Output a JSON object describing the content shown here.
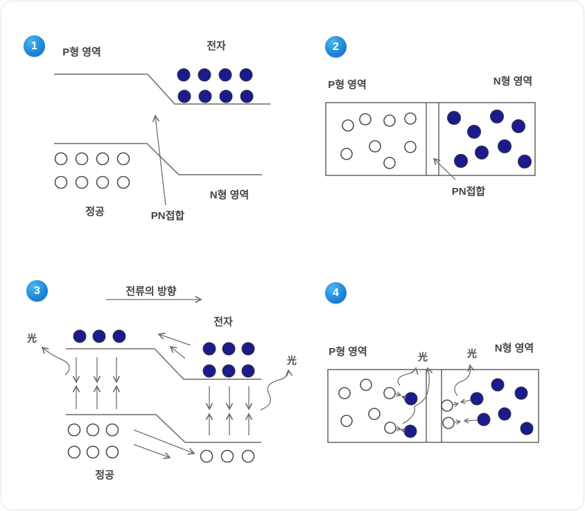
{
  "card": {
    "background": "#ffffff",
    "border_color": "#e4e4e4"
  },
  "colors": {
    "badge_blue_light": "#4cb6ec",
    "badge_blue_dark": "#116dc4",
    "electron_fill": "#1b1b8e",
    "line_gray": "#7f7f7f",
    "text": "#424242"
  },
  "panels": [
    {
      "number": "1",
      "labels": {
        "p_region": "P형 영역",
        "electron": "전자",
        "n_region": "N형 영역",
        "hole": "정공",
        "junction": "PN접합"
      }
    },
    {
      "number": "2",
      "labels": {
        "p_region": "P형 영역",
        "n_region": "N형 영역",
        "junction": "PN접합"
      }
    },
    {
      "number": "3",
      "labels": {
        "current_direction": "전류의 방향",
        "electron": "전자",
        "light_left": "光",
        "light_right": "光",
        "hole": "정공"
      }
    },
    {
      "number": "4",
      "labels": {
        "p_region": "P형 영역",
        "n_region": "N형 영역",
        "light_p": "光",
        "light_n": "光"
      }
    }
  ]
}
